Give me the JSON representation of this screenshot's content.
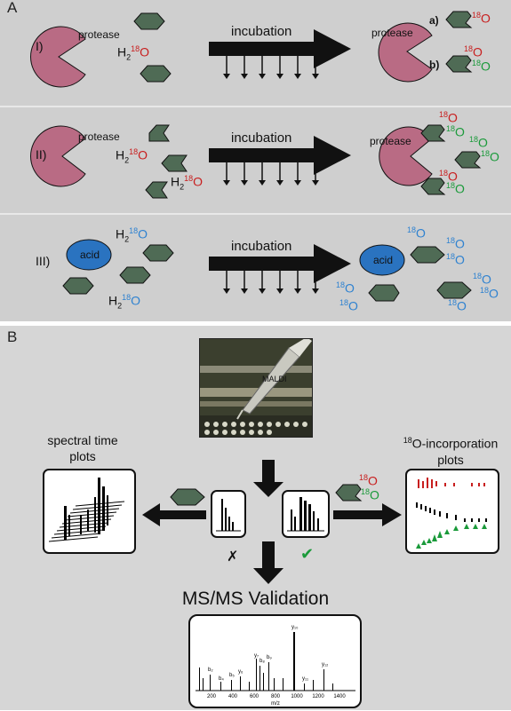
{
  "panelA": {
    "letter": "A",
    "incubation": "incubation",
    "rows": [
      {
        "label": "I)",
        "enzyme": "protease",
        "water_left": "H",
        "water_sub": "2",
        "water_sup": "18",
        "water_O": "O",
        "product_a": "a)",
        "product_b": "b)",
        "sup": "18",
        "O": "O"
      },
      {
        "label": "II)",
        "enzyme": "protease",
        "water_left": "H",
        "water_sub": "2",
        "water_sup": "18",
        "water_O": "O"
      },
      {
        "label": "III)",
        "enzyme": "acid",
        "water_left": "H",
        "water_sub": "2",
        "water_sup": "18",
        "water_O": "O"
      }
    ]
  },
  "panelB": {
    "letter": "B",
    "maldi": "MALDI",
    "spectral_title": "spectral time plots",
    "incorp_title_sup": "18",
    "incorp_title": "O-incorporation plots",
    "cross": "✗",
    "check": "✔",
    "msms": "MS/MS Validation",
    "spectrum_labels": [
      "b₂",
      "b₄",
      "b₅",
      "y₆",
      "y₇",
      "b₈",
      "b₉",
      "y₁₀",
      "y₁₁",
      "y₁₂"
    ],
    "spectrum_xticks": [
      "200",
      "400",
      "600",
      "800",
      "1000",
      "1200",
      "1400"
    ],
    "spectrum_xlabel": "m/z"
  },
  "colors": {
    "protease": "#b96b84",
    "peptide": "#4f6b55",
    "acid": "#2a73c0",
    "red18": "#c81e1e",
    "green18": "#1a9a3a",
    "blue18": "#2f82d0"
  }
}
